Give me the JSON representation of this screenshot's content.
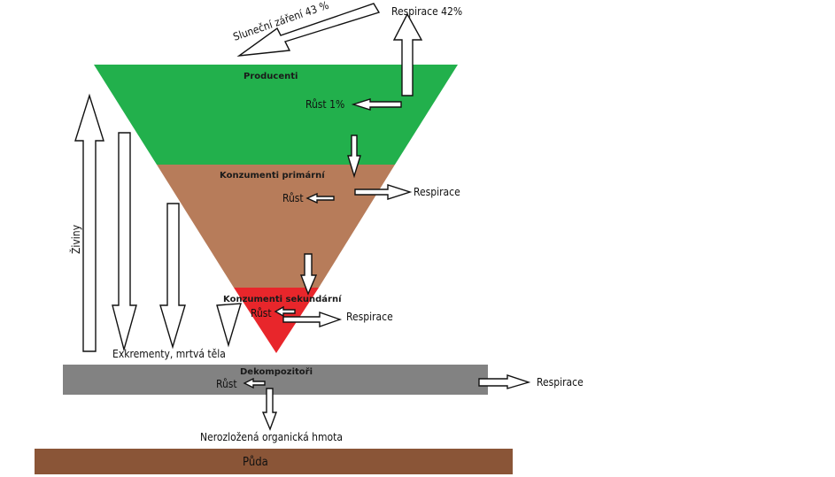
{
  "colors": {
    "producers": "#22b04c",
    "primary_consumers": "#b77c5a",
    "secondary_consumers": "#e8262b",
    "decomposers": "#828282",
    "soil": "#8a5537",
    "arrow_fill": "#ffffff",
    "arrow_stroke": "#111111"
  },
  "trophic_levels": {
    "producers": {
      "label": "Producenti",
      "growth_label": "Růst 1%"
    },
    "primary_consumers": {
      "label": "Konzumenti primární",
      "growth_label": "Růst",
      "respiration_label": "Respirace"
    },
    "secondary_consumers": {
      "label": "Konzumenti sekundární",
      "growth_label": "Růst",
      "respiration_label": "Respirace"
    }
  },
  "inputs": {
    "solar_radiation": "Sluneční záření 43 %",
    "producer_respiration": "Respirace 42%"
  },
  "side": {
    "nutrients": "Živiny",
    "excrements": "Exkrementy, mrtvá těla"
  },
  "decomposers": {
    "label": "Dekompozitoři",
    "growth_label": "Růst",
    "respiration_label": "Respirace",
    "output_label": "Nerozložená organická hmota"
  },
  "soil": {
    "label": "Půda"
  }
}
